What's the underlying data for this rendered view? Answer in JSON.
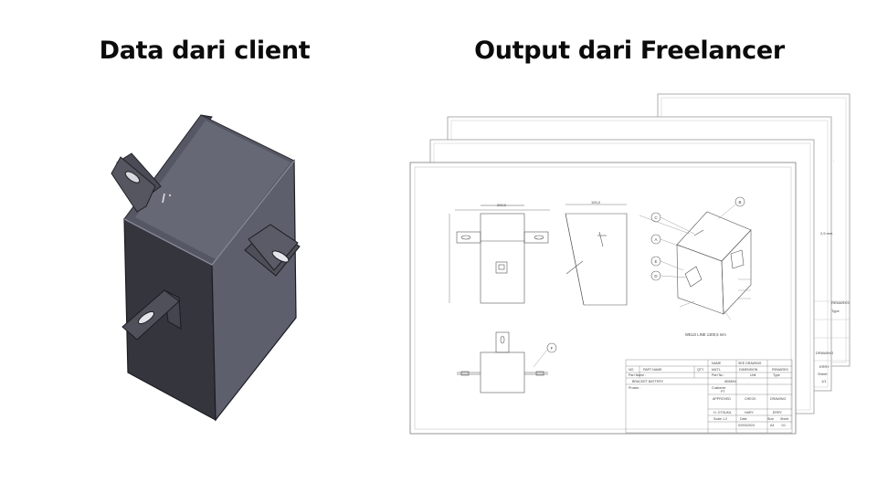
{
  "headings": {
    "left": "Data dari client",
    "right": "Output dari Freelancer"
  },
  "drawing": {
    "weld_note": "WELD LINE 1300,5 mm",
    "callouts": [
      "A",
      "B",
      "C",
      "D",
      "E",
      "F"
    ],
    "dim_top_front": "200,0",
    "dim_top_side": "100,0",
    "title_block": {
      "name_label": "NAME",
      "name_value": "SEE DRAWING",
      "no_label": "NO",
      "part_name_label": "PART NAME",
      "qty_label": "QTY",
      "matl_label": "MAT'L",
      "dimension_label": "DIMENSION",
      "remarks_label": "REMARKS",
      "part_name_field": "Part Name :",
      "part_name_value": "BRACKET BATTERY",
      "part_no_field": "Part No :",
      "part_no_value": "AB5894",
      "unit_label": "Unit",
      "type_label": "Type",
      "process_field": "Proses :",
      "customer_field": "Customer",
      "customer_value": "PT",
      "approved_label": "APPROVED",
      "check_label": "CHECK",
      "drawing_label": "DRAWING",
      "approver": "H. OTSUKA",
      "checker": "HARY",
      "drafter": "ERRY",
      "scale_field": "Scale 1:2",
      "date_label": "Date",
      "date_value": "02/03/2024",
      "size_label": "Size",
      "size_value": "A4",
      "sheet_label": "Sheet",
      "sheet_value": "1/1"
    },
    "back_sheet_texts": [
      "2,5 mm",
      "REMARKS",
      "Type",
      "DRAWING",
      "ERRY",
      "Sheet",
      "1/1"
    ]
  }
}
